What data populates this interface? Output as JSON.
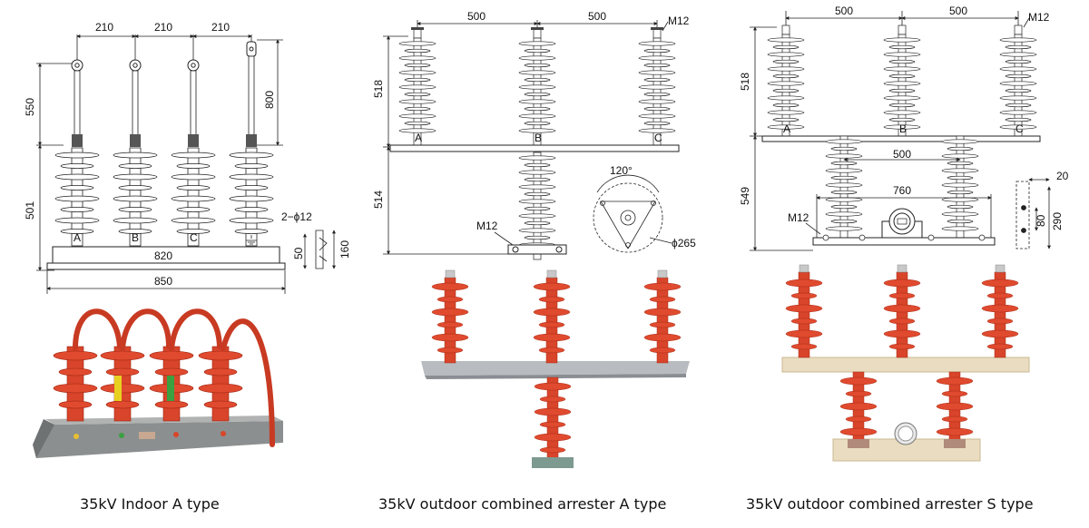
{
  "colors": {
    "porcelain": "#d8452a",
    "porcelain_dark": "#b22a15",
    "line": "#222222",
    "plate": "#c8c8c8",
    "base_wood": "#eadcc0",
    "green": "#3aa040",
    "yellow": "#e8d020"
  },
  "panels": [
    {
      "caption": "35kV Indoor A type",
      "dims": {
        "w1": "210",
        "w2": "210",
        "w3": "210",
        "h_top": "550",
        "h_right": "800",
        "h_body": "501",
        "hole": "2−ϕ12",
        "d50": "50",
        "d160": "160",
        "w_inner": "820",
        "w_outer": "850"
      },
      "phase_labels": [
        "A",
        "B",
        "C"
      ]
    },
    {
      "caption": "35kV outdoor combined arrester A type",
      "dims": {
        "w1": "500",
        "w2": "500",
        "thread": "M12",
        "h_top": "518",
        "h_bottom": "514",
        "thread_bottom": "M12",
        "angle": "120°",
        "diameter": "ϕ265"
      },
      "phase_labels": [
        "A",
        "B",
        "C"
      ]
    },
    {
      "caption": "35kV outdoor combined arrester S type",
      "dims": {
        "w1": "500",
        "w2": "500",
        "thread": "M12",
        "h_top": "518",
        "w_lower": "500",
        "h_lower": "549",
        "w_base": "760",
        "thread_bottom": "M12",
        "d20": "20",
        "d80": "80",
        "d290": "290"
      },
      "phase_labels": [
        "A",
        "B",
        "C"
      ]
    }
  ]
}
